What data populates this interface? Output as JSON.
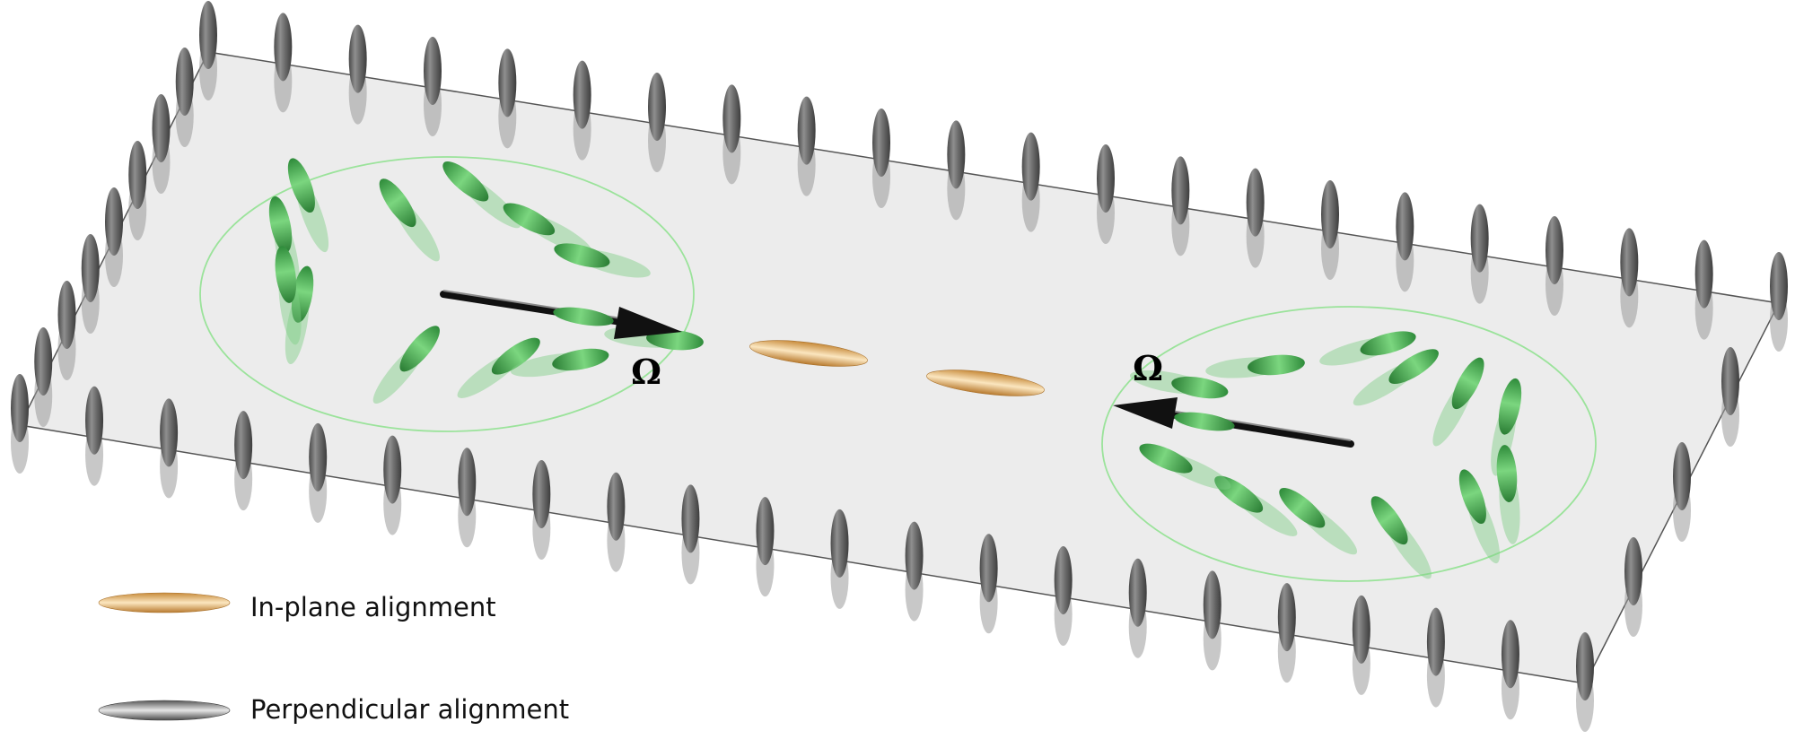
{
  "colors": {
    "plane_fill": "#ececec",
    "plane_edge": "#555555",
    "perpendicular": "#6e6e6e",
    "in_plane": "#d6a45a",
    "defect_rod": "#4caf50",
    "defect_circle": "#9be39b",
    "arrow": "#111111"
  },
  "defects": [
    {
      "label": "Ω"
    },
    {
      "label": "Ω"
    }
  ],
  "legend": {
    "in_plane": {
      "label": "In-plane alignment",
      "icon": "in-plane-rod-icon"
    },
    "perpendicular": {
      "label": "Perpendicular alignment",
      "icon": "perpendicular-rod-icon"
    }
  }
}
